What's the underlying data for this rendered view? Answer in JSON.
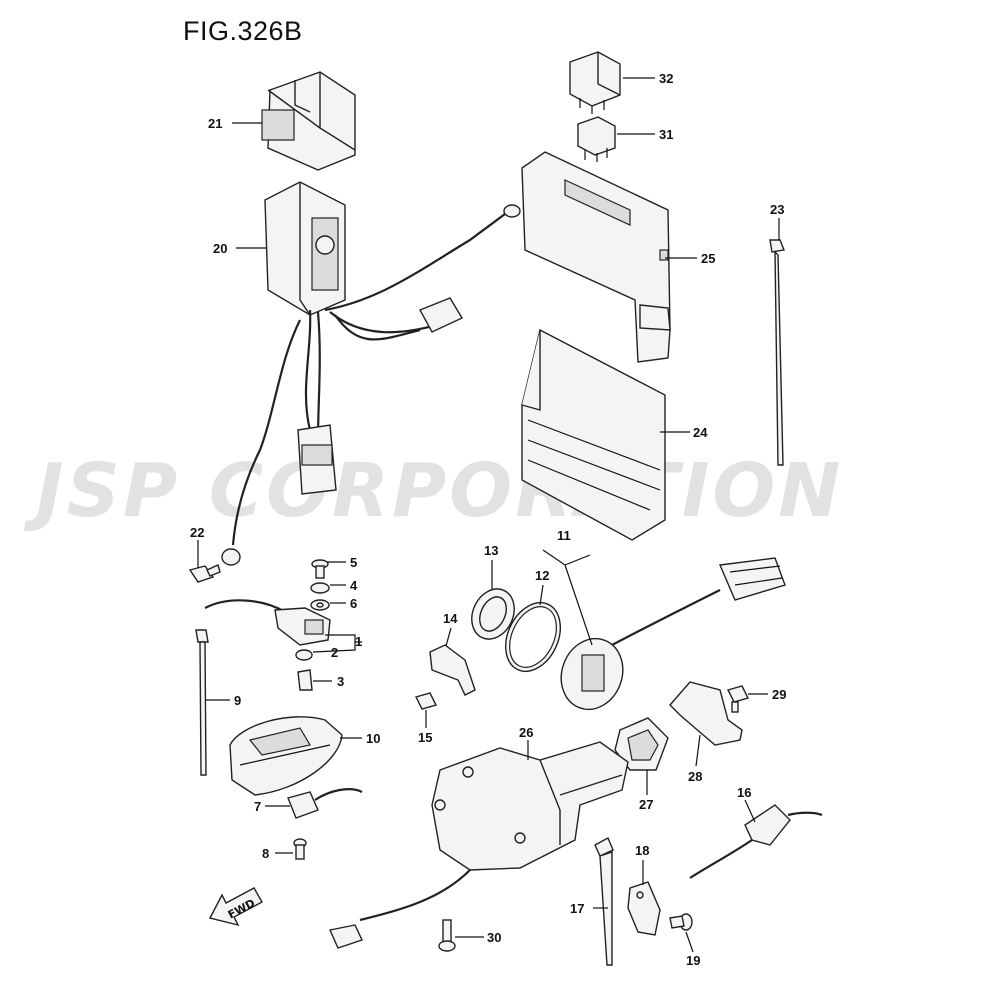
{
  "figure": {
    "title": "FIG.326B",
    "watermark": "JSP CORPORATION",
    "direction_label": "FWD"
  },
  "callouts": [
    "1",
    "2",
    "3",
    "4",
    "5",
    "6",
    "7",
    "8",
    "9",
    "10",
    "11",
    "12",
    "13",
    "14",
    "15",
    "16",
    "17",
    "18",
    "19",
    "20",
    "21",
    "22",
    "23",
    "24",
    "25",
    "26",
    "27",
    "28",
    "29",
    "30",
    "31",
    "32"
  ],
  "colors": {
    "line": "#222222",
    "fill": "#f4f4f4",
    "watermark": "#969696"
  }
}
